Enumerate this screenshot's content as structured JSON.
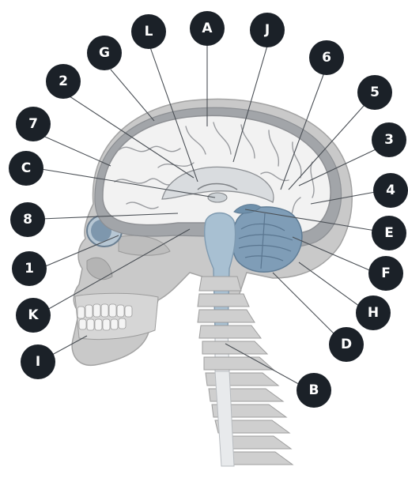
{
  "diagram": {
    "kind": "labeled anatomical illustration",
    "colors": {
      "skull": "#c9c9c9",
      "skull_shadow": "#a9a9a9",
      "brain_outer": "#9d9fa3",
      "cerebrum": "#f2f2f2",
      "brainstem": "#a8c0d2",
      "cerebellum": "#7f9db7",
      "spinal_cord": "#eef0f2",
      "callout": "#1b2128",
      "callout_text": "#ffffff"
    },
    "callouts": [
      {
        "id": "A",
        "label": "A"
      },
      {
        "id": "J",
        "label": "J"
      },
      {
        "id": "L",
        "label": "L"
      },
      {
        "id": "G",
        "label": "G"
      },
      {
        "id": "6",
        "label": "6"
      },
      {
        "id": "2",
        "label": "2"
      },
      {
        "id": "5",
        "label": "5"
      },
      {
        "id": "7",
        "label": "7"
      },
      {
        "id": "3",
        "label": "3"
      },
      {
        "id": "C",
        "label": "C"
      },
      {
        "id": "4",
        "label": "4"
      },
      {
        "id": "8",
        "label": "8"
      },
      {
        "id": "E",
        "label": "E"
      },
      {
        "id": "1",
        "label": "1"
      },
      {
        "id": "F",
        "label": "F"
      },
      {
        "id": "K",
        "label": "K"
      },
      {
        "id": "H",
        "label": "H"
      },
      {
        "id": "D",
        "label": "D"
      },
      {
        "id": "I",
        "label": "I"
      },
      {
        "id": "B",
        "label": "B"
      }
    ]
  }
}
